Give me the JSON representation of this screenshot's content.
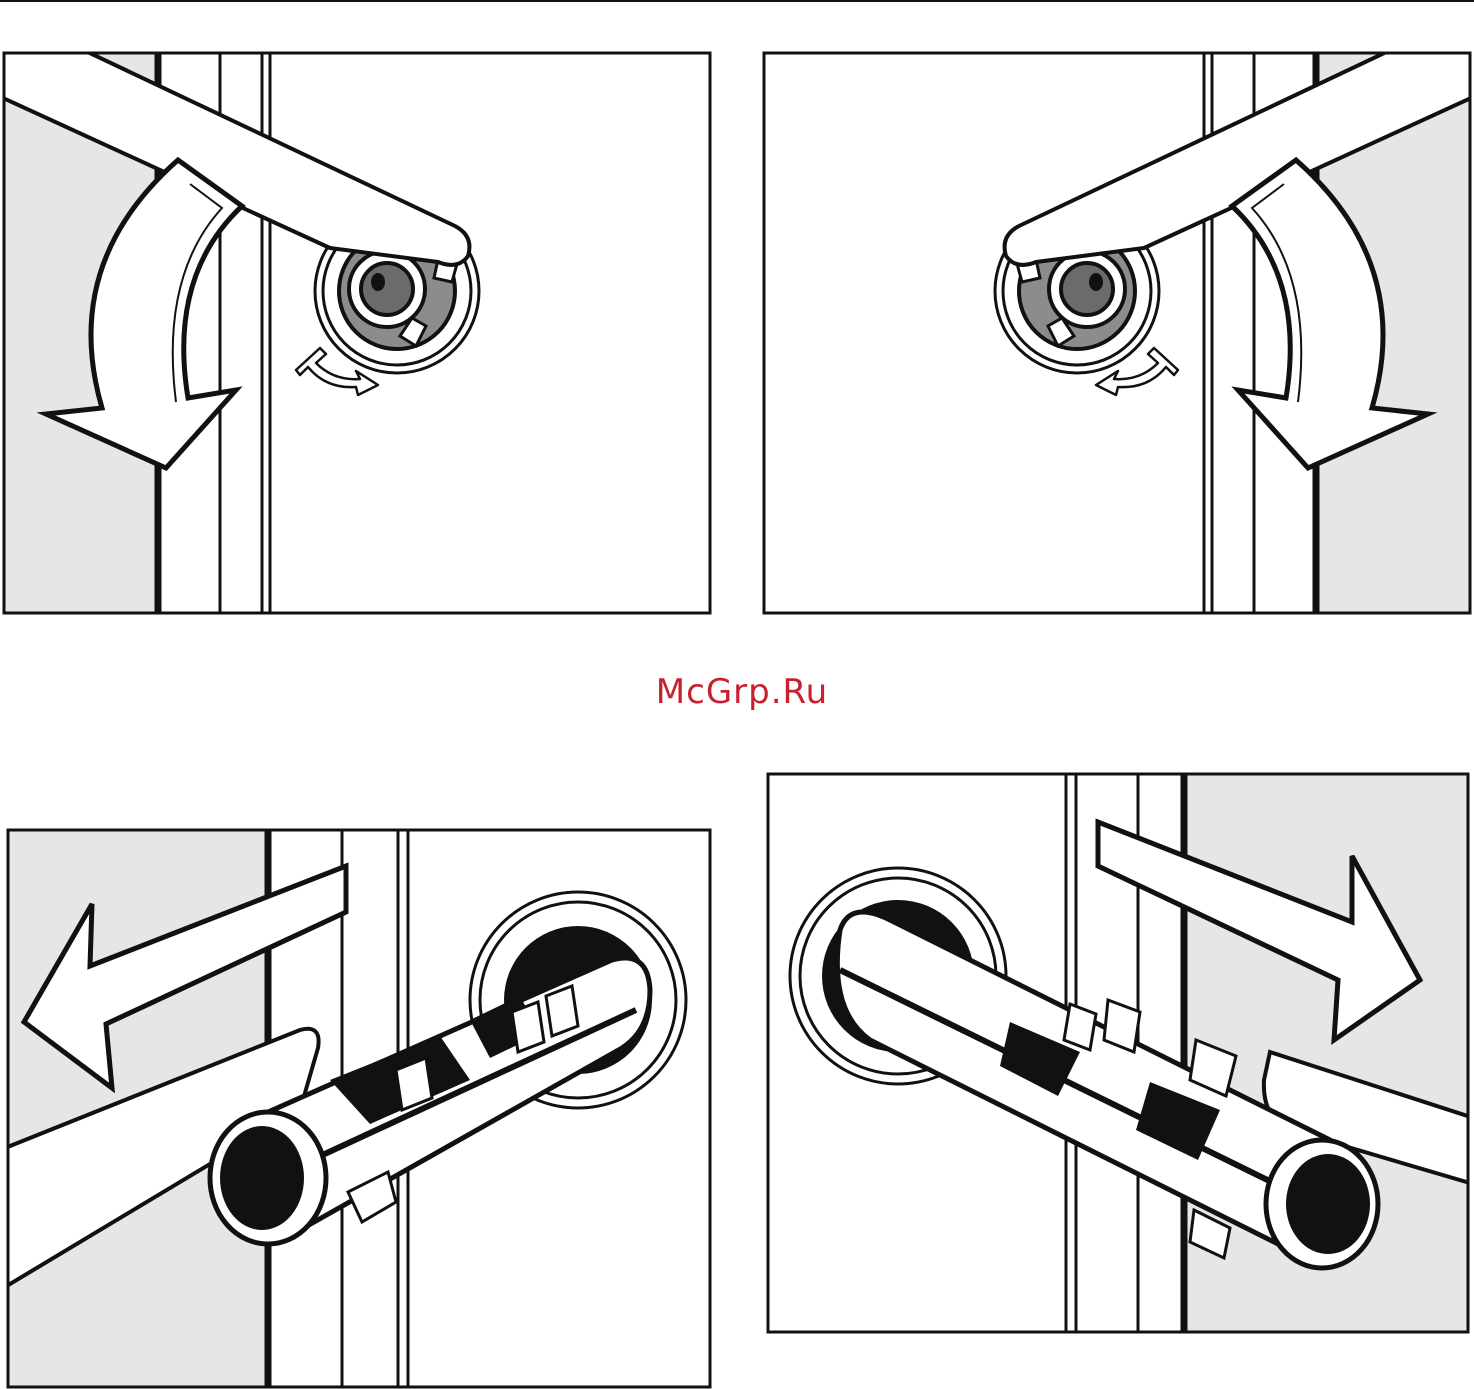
{
  "watermark": {
    "text": "McGrp.Ru",
    "color": "#c8202e"
  },
  "colors": {
    "line": "#111111",
    "wall": "#e6e6e6",
    "hub": "#8c8c8c",
    "paper": "#ffffff"
  },
  "panels": [
    {
      "id": "top-left",
      "motion": "rotate-down",
      "arrow_direction": "left-down"
    },
    {
      "id": "top-right",
      "motion": "rotate-down",
      "arrow_direction": "right-down"
    },
    {
      "id": "bottom-left",
      "motion": "pull-out",
      "arrow_direction": "left"
    },
    {
      "id": "bottom-right",
      "motion": "pull-out",
      "arrow_direction": "right"
    }
  ]
}
